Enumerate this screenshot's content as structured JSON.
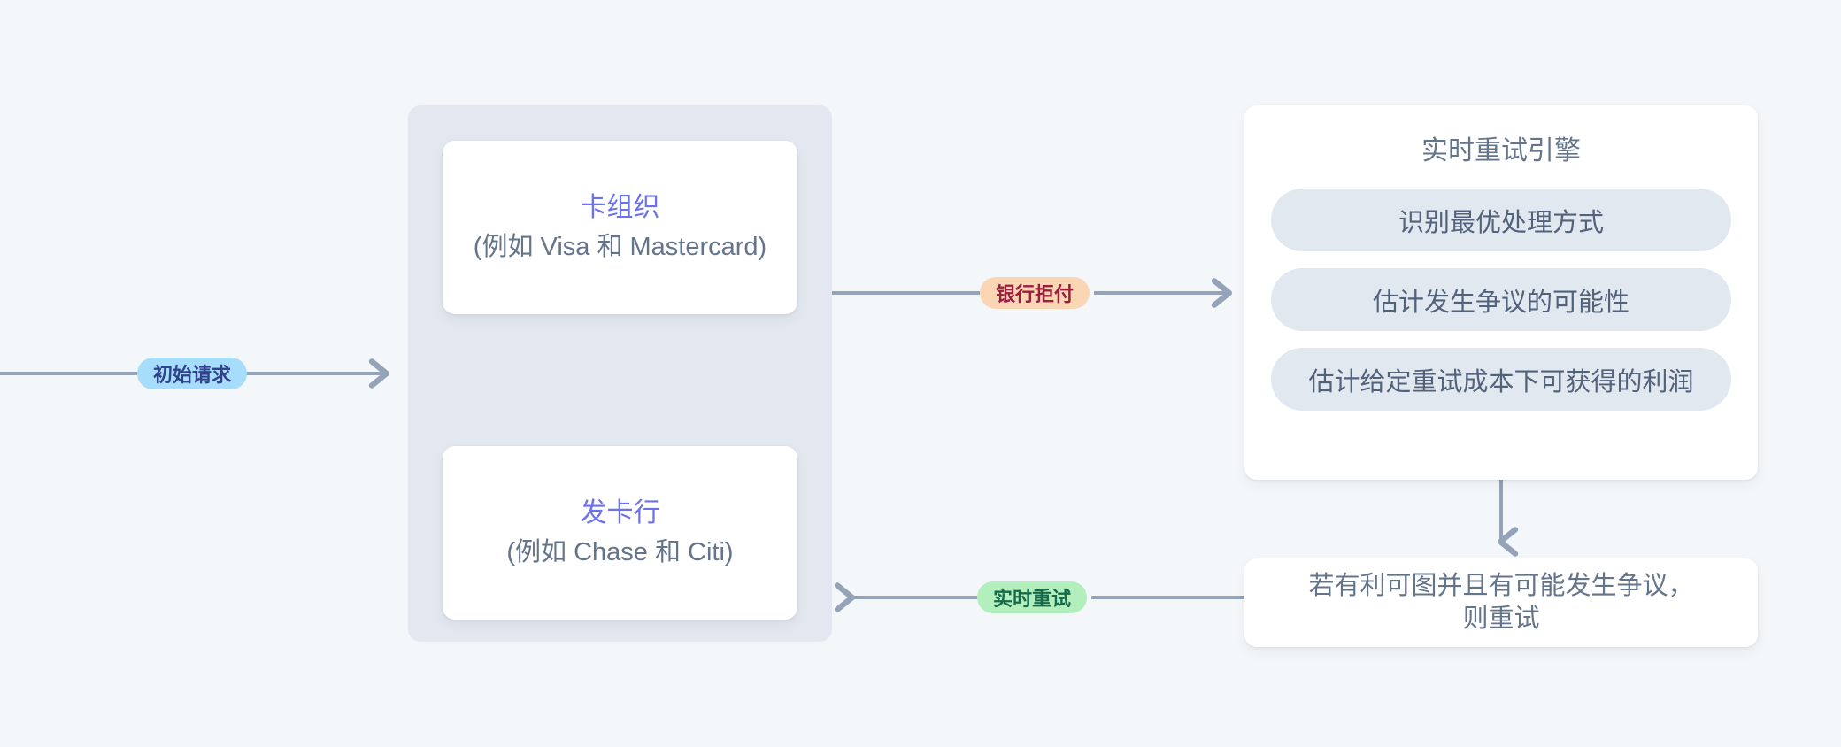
{
  "diagram": {
    "background_color": "#f3f7fa",
    "accent_colors": {
      "node_title": "#6a72f0",
      "body_text": "#64748b",
      "arrow": "#94a3b8",
      "group_panel": "#e3e7ef",
      "pill": "#e2e8f0",
      "label_initial": "#a5ddfb",
      "label_decline": "#fbd6b4",
      "label_retry": "#b3efbc"
    },
    "nodes": [
      {
        "id": "card-network",
        "title": "卡组织",
        "subtitle": "(例如 Visa 和 Mastercard)"
      },
      {
        "id": "issuer-bank",
        "title": "发卡行",
        "subtitle": "(例如 Chase 和 Citi)"
      }
    ],
    "engine": {
      "title": "实时重试引擎",
      "steps": [
        "识别最优处理方式",
        "估计发生争议的可能性",
        "估计给定重试成本下可获得的利润"
      ]
    },
    "outcome": {
      "line1": "若有利可图并且有可能发生争议，",
      "line2": "则重试"
    },
    "edge_labels": [
      {
        "id": "initial-request",
        "text": "初始请求"
      },
      {
        "id": "bank-decline",
        "text": "银行拒付"
      },
      {
        "id": "realtime-retry",
        "text": "实时重试"
      }
    ]
  }
}
